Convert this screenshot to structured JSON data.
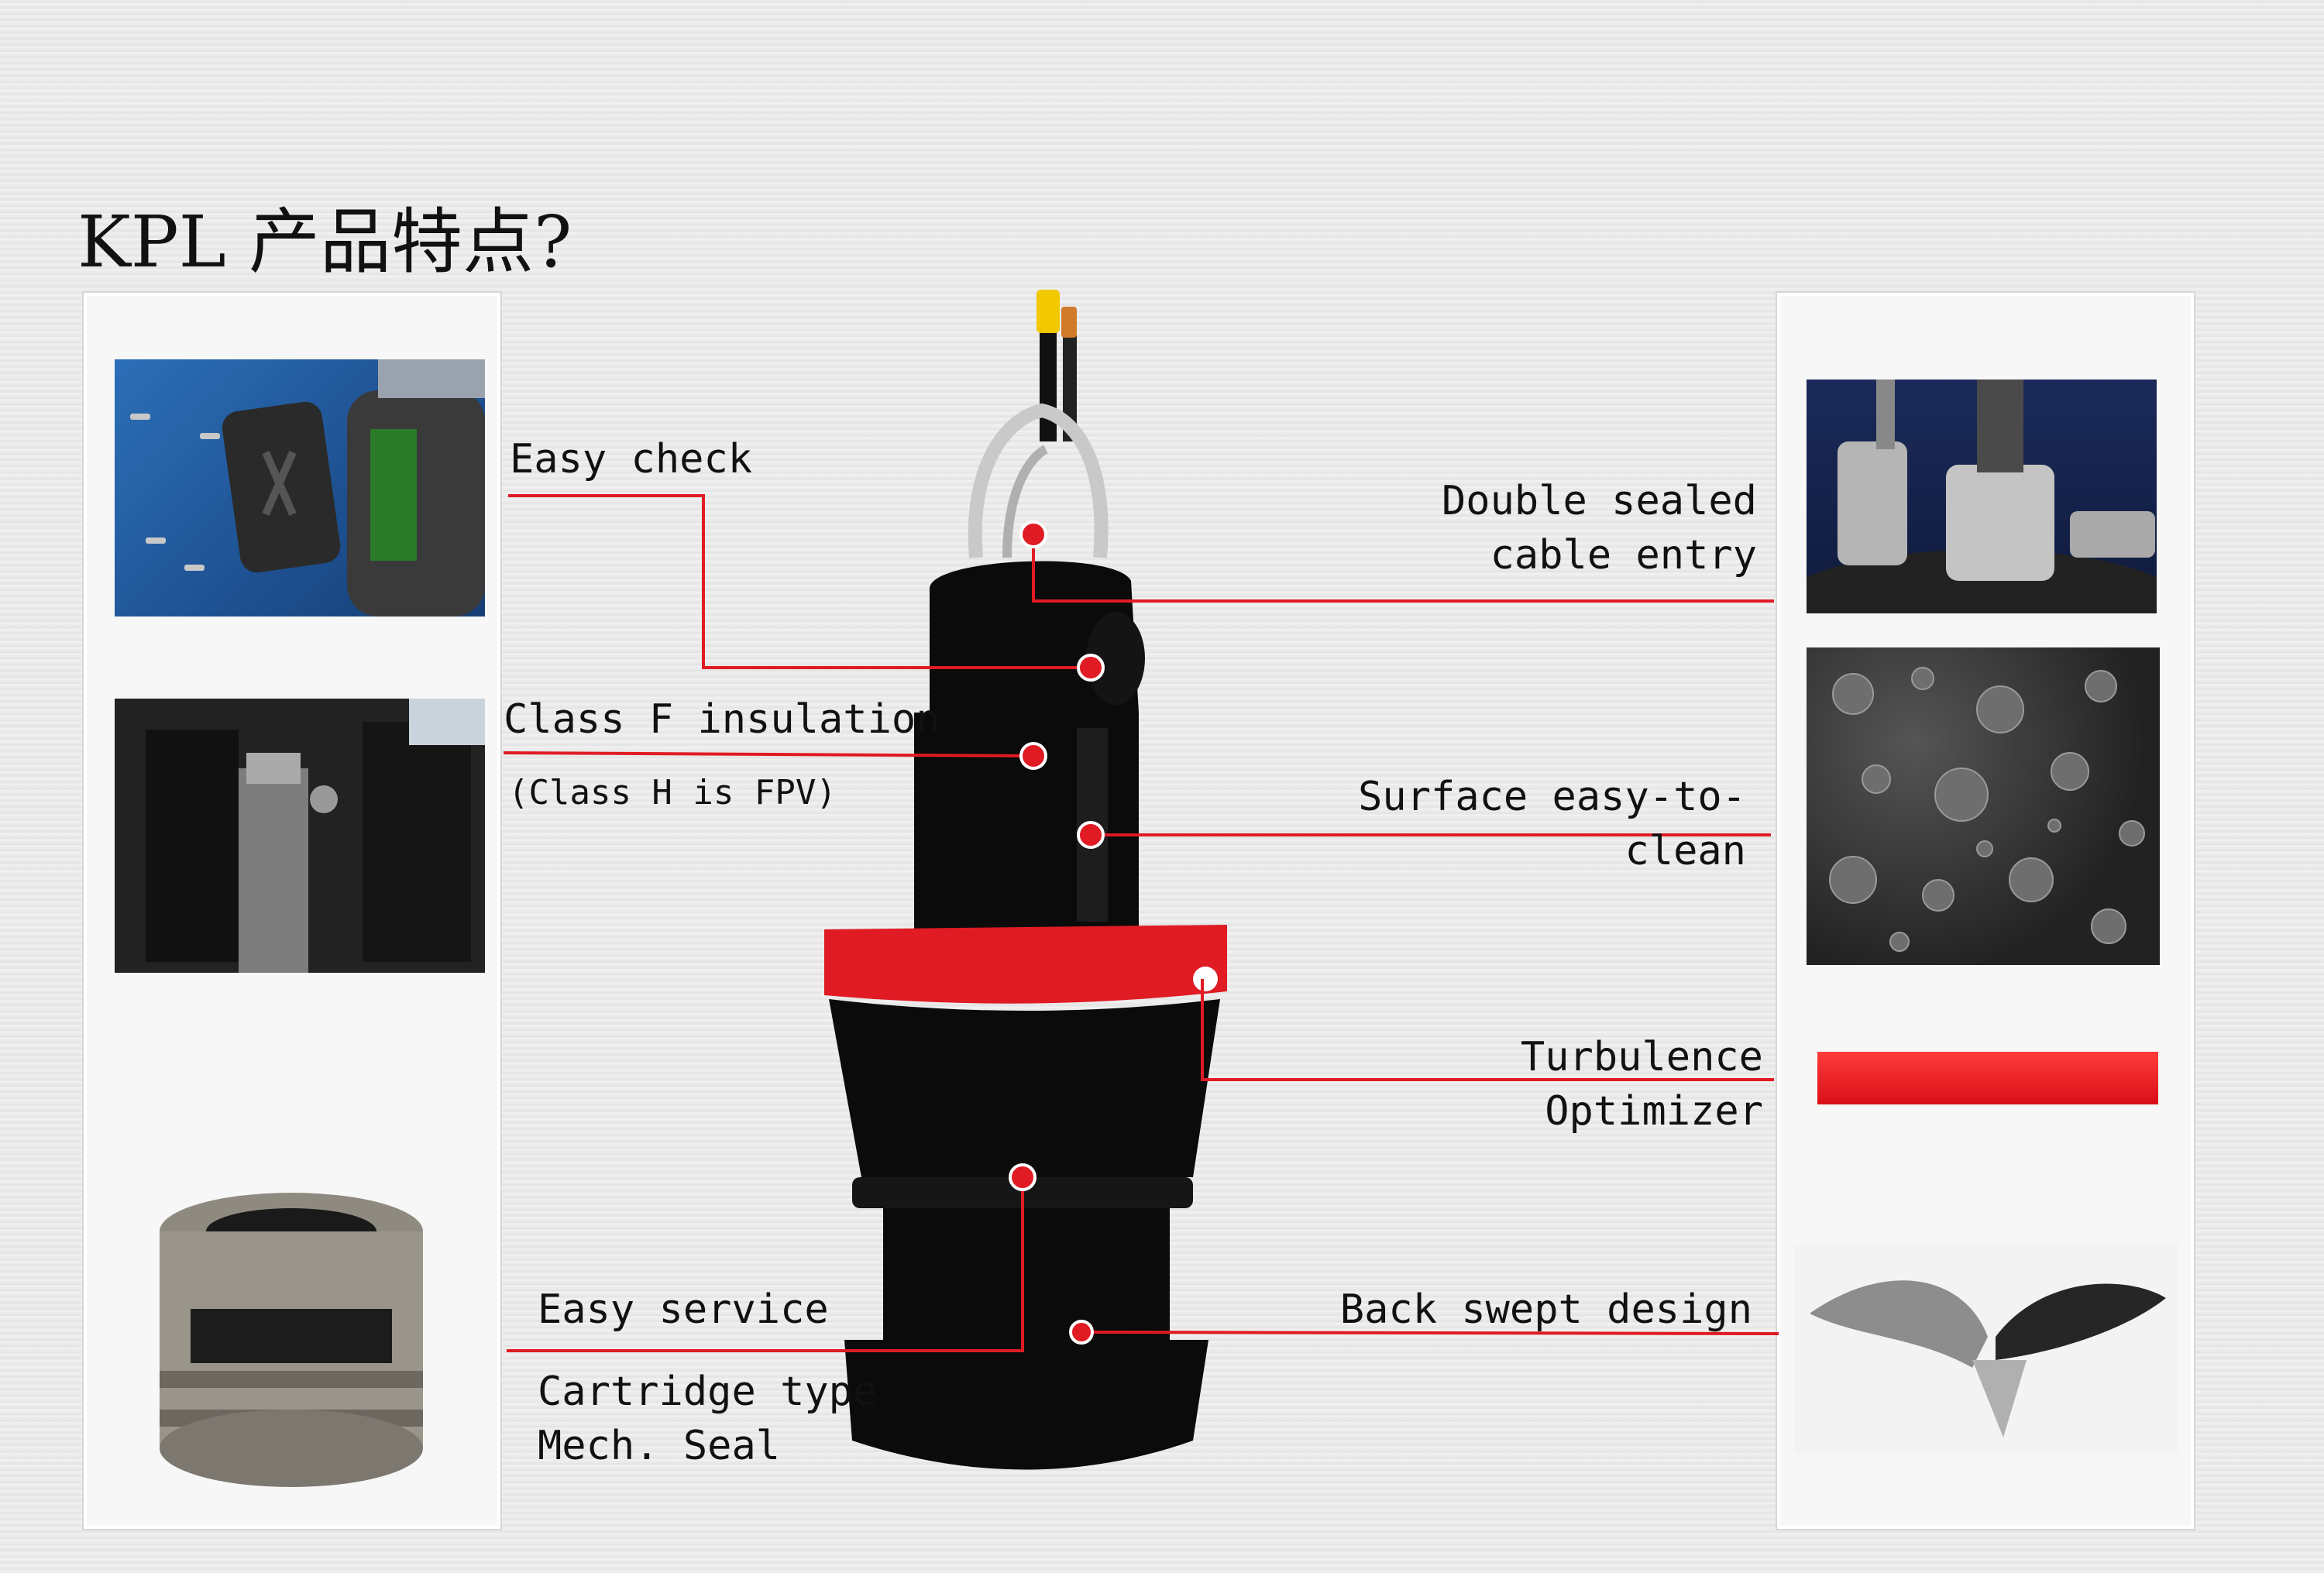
{
  "slide": {
    "title": "KPL 产品特点?"
  },
  "left_labels": {
    "easy_check": "Easy check",
    "class_f": "Class F insulation",
    "class_h": "(Class H is FPV)",
    "easy_service": "Easy service",
    "cartridge_line1": "Cartridge type",
    "cartridge_line2": "Mech. Seal"
  },
  "right_labels": {
    "double_sealed_line1": "Double sealed",
    "double_sealed_line2": "cable entry",
    "surface_line1": "Surface easy-to-",
    "surface_line2": "clean",
    "turbulence_line1": "Turbulence",
    "turbulence_line2": "Optimizer",
    "back_swept": "Back swept design"
  },
  "colors": {
    "accent_red": "#e01b24",
    "pump_black": "#0b0b0b",
    "cable_yellow": "#f2c800"
  }
}
